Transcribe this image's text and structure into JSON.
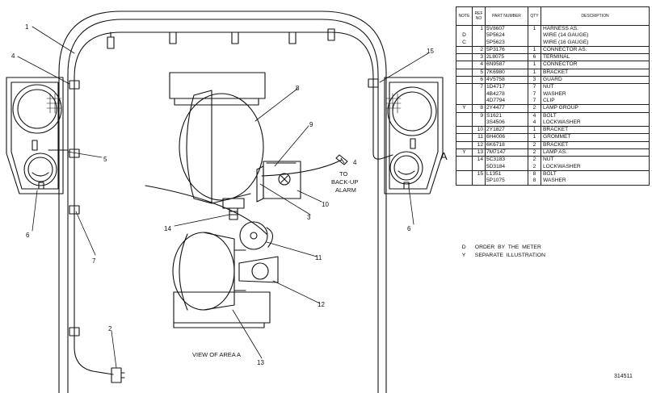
{
  "drawing": {
    "view_label": "VIEW OF AREA A",
    "area_label": "A",
    "back_up_note": [
      "TO",
      "BACK-UP",
      "ALARM"
    ],
    "callouts": [
      "1",
      "2",
      "3",
      "4",
      "4",
      "5",
      "6",
      "6",
      "7",
      "8",
      "9",
      "10",
      "11",
      "12",
      "13",
      "14",
      "15"
    ]
  },
  "parts_table": {
    "headers": {
      "note": "NOTE",
      "ref": "REF NO",
      "part": "PART NUMBER",
      "qty": "QTY",
      "desc": "DESCRIPTION"
    },
    "rows": [
      {
        "note": "",
        "ref": "1",
        "part": "5V8607",
        "qty": "1",
        "desc": "HARNESS AS.",
        "group": true
      },
      {
        "note": "D",
        "ref": "",
        "part": "5P5624",
        "qty": "",
        "desc": "   WIRE  (14  GAUGE)",
        "group": false
      },
      {
        "note": "C",
        "ref": "",
        "part": "5P5623",
        "qty": "",
        "desc": "   WIRE  (16  GAUGE)",
        "group": false
      },
      {
        "note": "",
        "ref": "2",
        "part": "5P3176",
        "qty": "1",
        "desc": "   CONNECTOR AS.",
        "group": true
      },
      {
        "note": "",
        "ref": "3",
        "part": "2L8075",
        "qty": "6",
        "desc": "   TERMINAL",
        "group": true
      },
      {
        "note": "",
        "ref": "4",
        "part": "6N9587",
        "qty": "1",
        "desc": "   CONNECTOR",
        "group": true
      },
      {
        "note": "",
        "ref": "5",
        "part": "7K6980",
        "qty": "1",
        "desc": "BRACKET",
        "group": true
      },
      {
        "note": "",
        "ref": "6",
        "part": "4V5758",
        "qty": "3",
        "desc": "GUARD",
        "group": true
      },
      {
        "note": "",
        "ref": "7",
        "part": "1D4717",
        "qty": "7",
        "desc": "NUT",
        "group": true
      },
      {
        "note": "",
        "ref": "",
        "part": "4B4278",
        "qty": "7",
        "desc": "WASHER",
        "group": false
      },
      {
        "note": "",
        "ref": "",
        "part": "4D7794",
        "qty": "7",
        "desc": "CLIP",
        "group": false
      },
      {
        "note": "Y",
        "ref": "8",
        "part": "2Y4477",
        "qty": "2",
        "desc": "LAMP GROUP",
        "group": true
      },
      {
        "note": "",
        "ref": "9",
        "part": "S1621",
        "qty": "4",
        "desc": "BOLT",
        "group": true
      },
      {
        "note": "",
        "ref": "",
        "part": "3S4506",
        "qty": "4",
        "desc": "LOCKWASHER",
        "group": false
      },
      {
        "note": "",
        "ref": "10",
        "part": "2Y1827",
        "qty": "1",
        "desc": "BRACKET",
        "group": true
      },
      {
        "note": "",
        "ref": "11",
        "part": "6H4006",
        "qty": "1",
        "desc": "GROMMET",
        "group": true
      },
      {
        "note": "",
        "ref": "12",
        "part": "6K6718",
        "qty": "2",
        "desc": "BRACKET",
        "group": true
      },
      {
        "note": "Y",
        "ref": "13",
        "part": "7M7147",
        "qty": "2",
        "desc": "LAMP AS.",
        "group": true
      },
      {
        "note": "",
        "ref": "14",
        "part": "5C3183",
        "qty": "2",
        "desc": "NUT",
        "group": true
      },
      {
        "note": "",
        "ref": "",
        "part": "5D3184",
        "qty": "2",
        "desc": "LOCKWASHER",
        "group": false
      },
      {
        "note": "",
        "ref": "15",
        "part": "L1351",
        "qty": "8",
        "desc": "BOLT",
        "group": true
      },
      {
        "note": "",
        "ref": "",
        "part": "5P1075",
        "qty": "8",
        "desc": "WASHER",
        "group": false
      }
    ]
  },
  "legend": [
    {
      "code": "D",
      "text": "ORDER  BY  THE  METER"
    },
    {
      "code": "Y",
      "text": "SEPARATE  ILLUSTRATION"
    }
  ],
  "doc_number": "314511"
}
